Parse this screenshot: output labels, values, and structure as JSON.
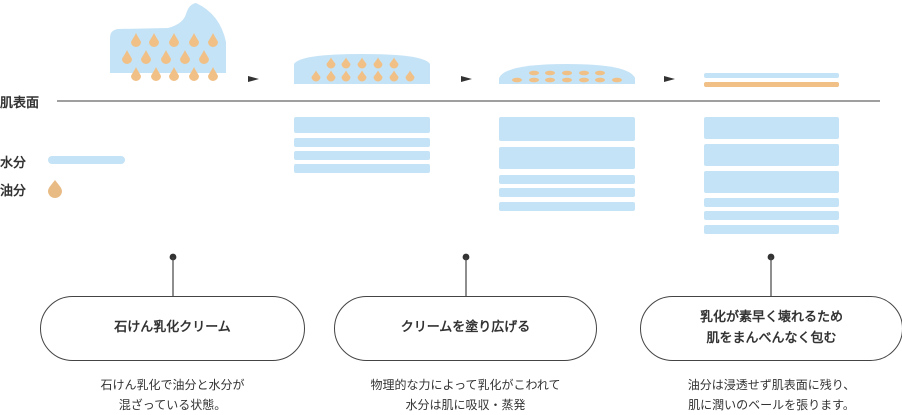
{
  "labels": {
    "skin_surface": "肌表面",
    "water": "水分",
    "oil": "油分"
  },
  "colors": {
    "water": "#c5e3f6",
    "oil": "#f0c086",
    "line": "#555555",
    "text": "#333333"
  },
  "stages": [
    {
      "title": "石けん乳化クリーム",
      "description": "石けん乳化で油分と水分が\n混ざっている状態。"
    },
    {
      "title": "クリームを塗り広げる",
      "description": "物理的な力によって乳化がこわれて\n水分は肌に吸収・蒸発"
    },
    {
      "title": "乳化が素早く壊れるため\n肌をまんべんなく包む",
      "description": "油分は浸透せず肌表面に残り、\n肌に潤いのベールを張ります。"
    }
  ],
  "icons": {
    "arrow": "arrow-right-icon",
    "drop": "oil-drop-icon"
  }
}
